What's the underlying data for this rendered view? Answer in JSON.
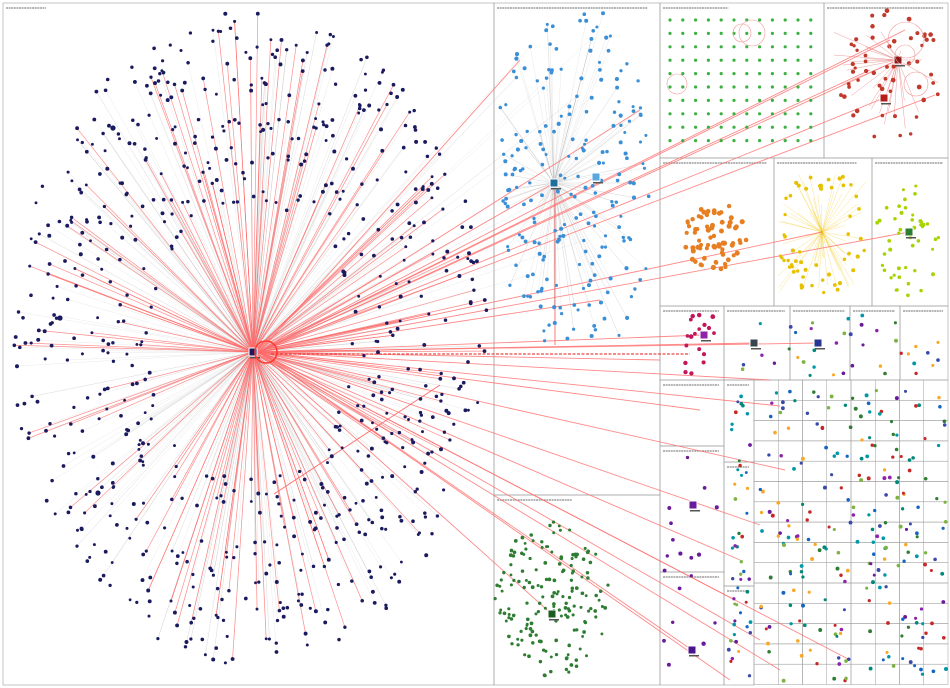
{
  "graph": {
    "background": "#ffffff",
    "panel_border_color": "#9e9e9e",
    "edge_color_primary": "#ff6b6b",
    "edge_color_secondary": "#bdbdbd",
    "hub_ring_color": "#ff3b30",
    "groups": [
      {
        "id": "G1",
        "color": "#1a1a5e",
        "hub": true
      },
      {
        "id": "G2",
        "color": "#3a8fd6",
        "hub": true
      },
      {
        "id": "G3",
        "color": "#3cb043",
        "hub": false
      },
      {
        "id": "G4",
        "color": "#c0392b",
        "hub": true
      },
      {
        "id": "G5",
        "color": "#e67e22",
        "hub": false
      },
      {
        "id": "G6",
        "color": "#e5c100",
        "hub": false
      },
      {
        "id": "G7",
        "color": "#a7d400",
        "hub": true
      },
      {
        "id": "G8",
        "color": "#c2185b",
        "hub": true
      },
      {
        "id": "G9",
        "color": "#2e7d32",
        "hub": true
      },
      {
        "id": "G10",
        "color": "#6a1b9a",
        "hub": true
      }
    ]
  }
}
